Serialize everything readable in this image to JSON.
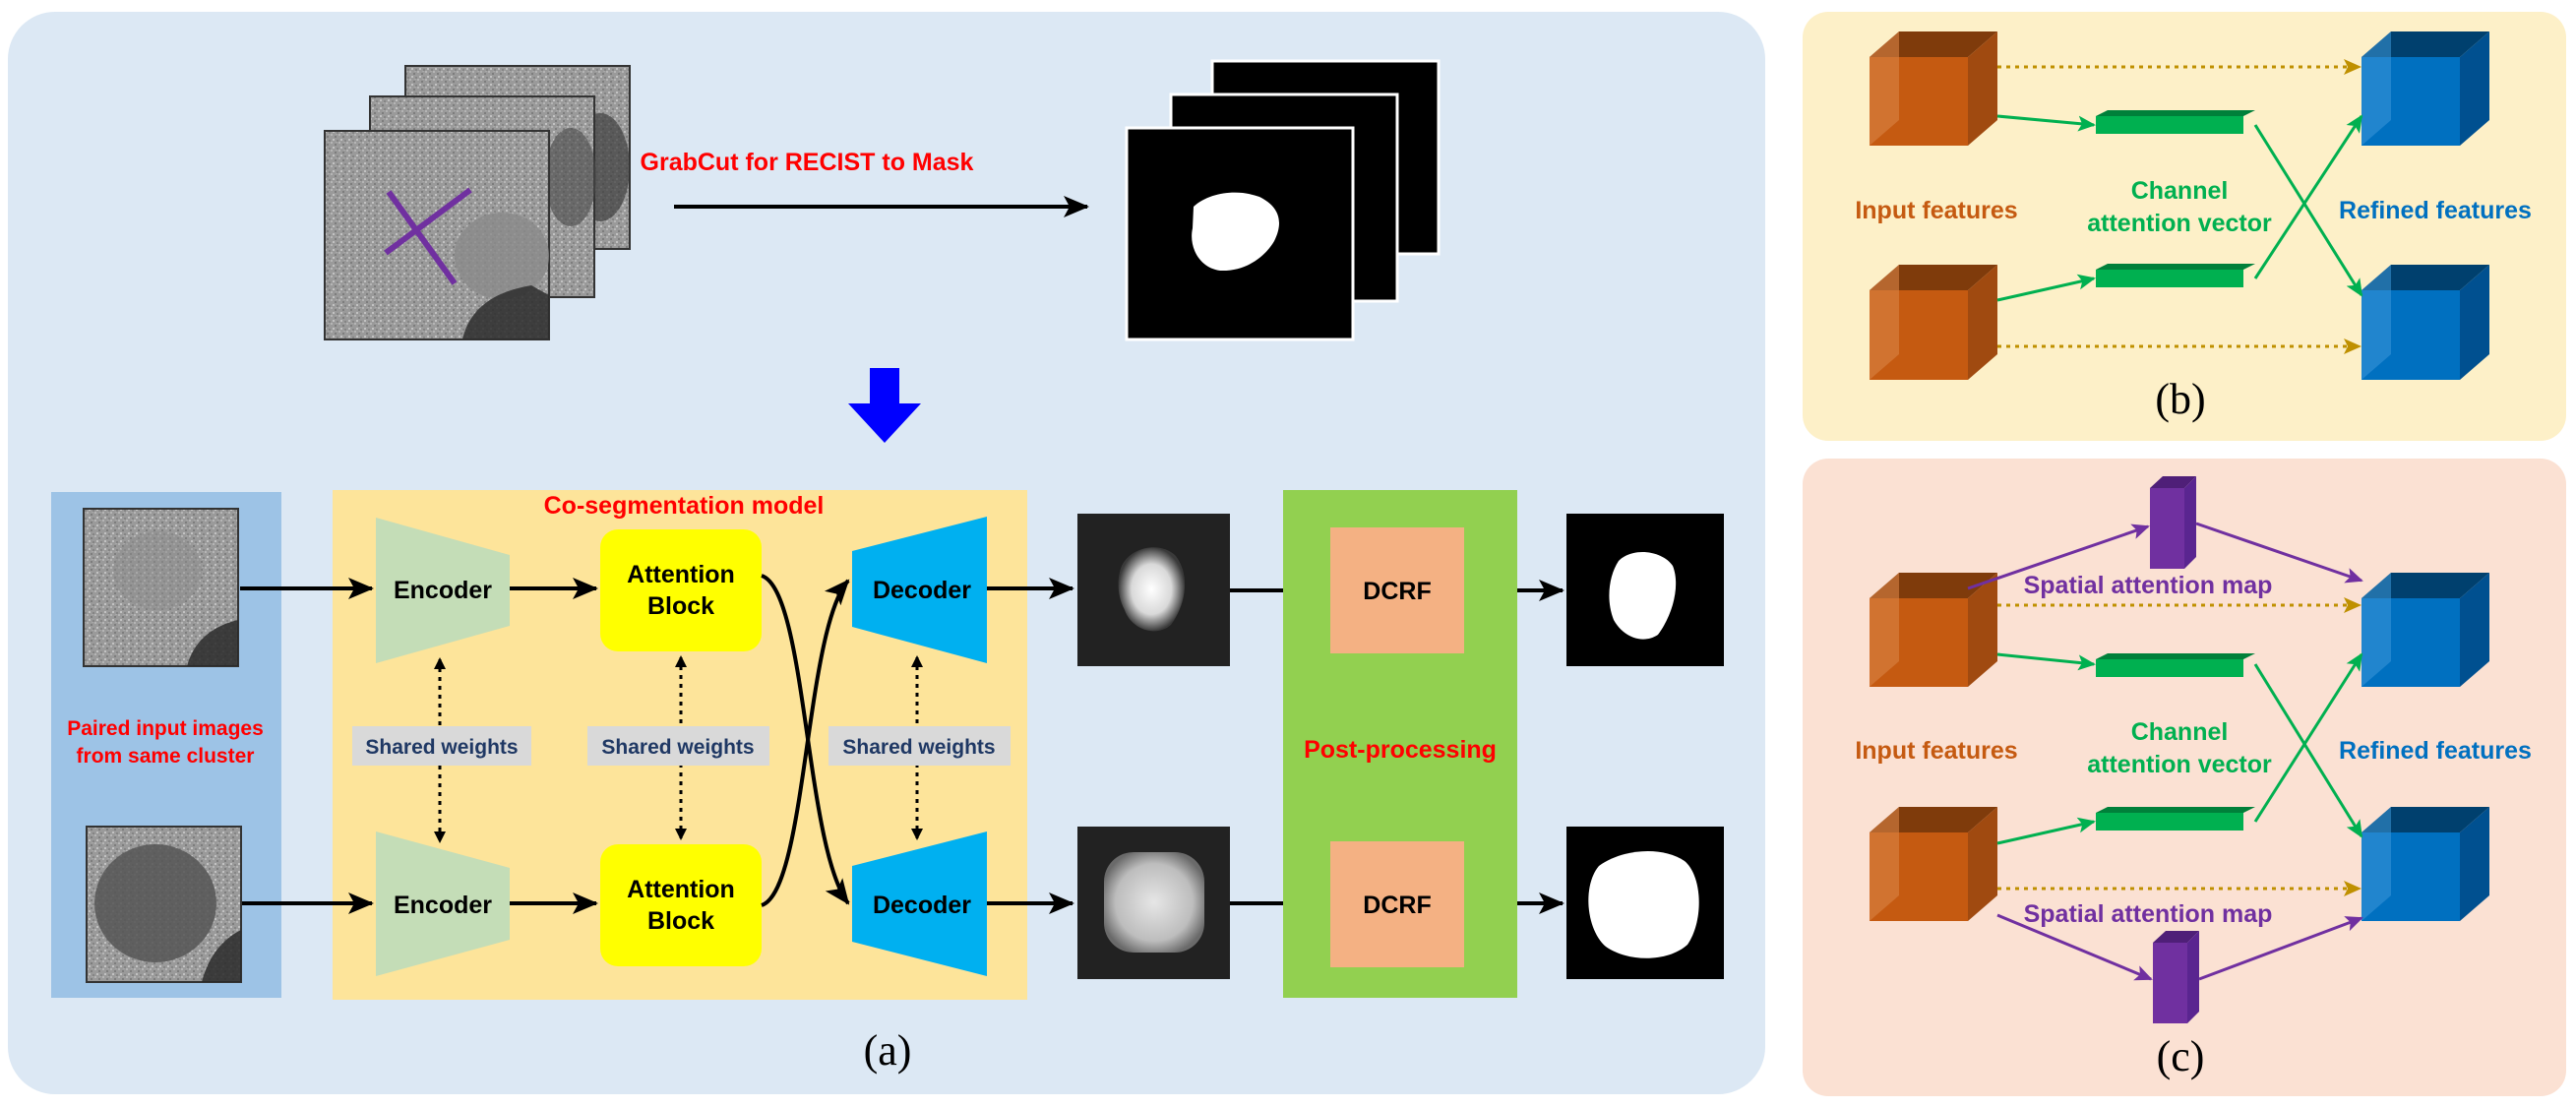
{
  "panel_a": {
    "grabcut_label": "GrabCut for RECIST to Mask",
    "coseg_title": "Co-segmentation model",
    "paired_label_line1": "Paired input images",
    "paired_label_line2": "from same cluster",
    "encoder_top": "Encoder",
    "encoder_bottom": "Encoder",
    "attention_top_line1": "Attention",
    "attention_top_line2": "Block",
    "attention_bottom_line1": "Attention",
    "attention_bottom_line2": "Block",
    "decoder_top": "Decoder",
    "decoder_bottom": "Decoder",
    "shared_weights_1": "Shared weights",
    "shared_weights_2": "Shared weights",
    "shared_weights_3": "Shared weights",
    "dcrf_top": "DCRF",
    "dcrf_bottom": "DCRF",
    "post_processing": "Post-processing",
    "caption": "(a)"
  },
  "panel_b": {
    "input_features": "Input features",
    "channel_line1": "Channel",
    "channel_line2": "attention vector",
    "refined_features": "Refined features",
    "caption": "(b)"
  },
  "panel_c": {
    "input_features": "Input features",
    "channel_line1": "Channel",
    "channel_line2": "attention vector",
    "refined_features": "Refined features",
    "spatial_top": "Spatial attention map",
    "spatial_bottom": "Spatial attention map",
    "caption": "(c)"
  },
  "colors": {
    "panel_a_bg": "#dce8f4",
    "panel_b_bg": "#fdf0c8",
    "panel_c_bg": "#fbe1d3",
    "encoder": "#c4ddb7",
    "attention": "#ffff00",
    "decoder": "#00b0f0",
    "dcrf": "#f4b183",
    "coseg_bg": "#fde49a",
    "input_bg": "#9dc3e6",
    "post_bg": "#92d050",
    "orange_cube": "#c55a11",
    "blue_cube": "#0070c0",
    "green_vec": "#00b050",
    "purple_map": "#7030a0",
    "red_text": "#ff0000",
    "navy_text": "#1f3864"
  }
}
